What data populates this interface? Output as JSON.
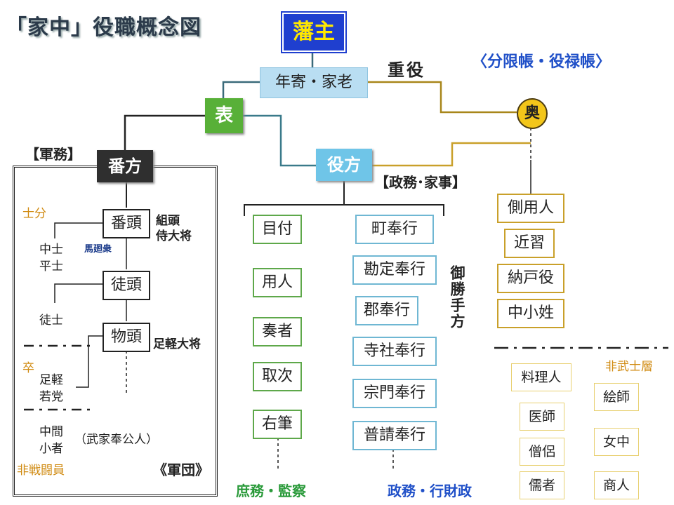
{
  "title": "「家中」役職概念図",
  "top": {
    "lord": "藩主",
    "elders": "年寄・家老",
    "omote": "表",
    "oku": "奥",
    "heavy_roles": "重役",
    "registers": "〈分限帳・役禄帳〉"
  },
  "military": {
    "section_label": "【軍務】",
    "head": "番方",
    "frame_label": "《軍団》",
    "rank_shibun": "士分",
    "rank_sotsu": "卒",
    "rank_nonfighting": "非戦闘員",
    "boxes": [
      "番頭",
      "徒頭",
      "物頭"
    ],
    "side_notes": [
      "組頭\n侍大将",
      "足軽大将"
    ],
    "mounted": "馬廻衆",
    "members": [
      "中士\n平士",
      "徒士",
      "足軽\n若党",
      "中間\n小者"
    ],
    "servants_note": "（武家奉公人）"
  },
  "administration": {
    "section_label": "【政務･家事】",
    "head": "役方",
    "left_column": [
      "目付",
      "用人",
      "奏者",
      "取次",
      "右筆"
    ],
    "right_column": [
      "町奉行",
      "勘定奉行",
      "郡奉行",
      "寺社奉行",
      "宗門奉行",
      "普請奉行"
    ],
    "vertical_label": "御勝手方",
    "footer_left": "庶務・監察",
    "footer_right": "政務・行財政"
  },
  "oku_side": {
    "samurai": [
      "側用人",
      "近習",
      "納戸役",
      "中小姓"
    ],
    "non_samurai_label": "非武士層",
    "non_samurai_left": [
      "料理人",
      "医師",
      "僧侶",
      "儒者"
    ],
    "non_samurai_right": [
      "絵師",
      "女中",
      "商人"
    ]
  },
  "colors": {
    "lord_bg": "#1f3fcf",
    "lord_text": "#ffe800",
    "omote": "#58b038",
    "yakukata": "#6fc5e8",
    "bankata": "#2f2f2f",
    "oku": "#f3c61a",
    "green_label": "#2a9a3a",
    "blue_label": "#2050c8",
    "orange_label": "#d08a10"
  }
}
